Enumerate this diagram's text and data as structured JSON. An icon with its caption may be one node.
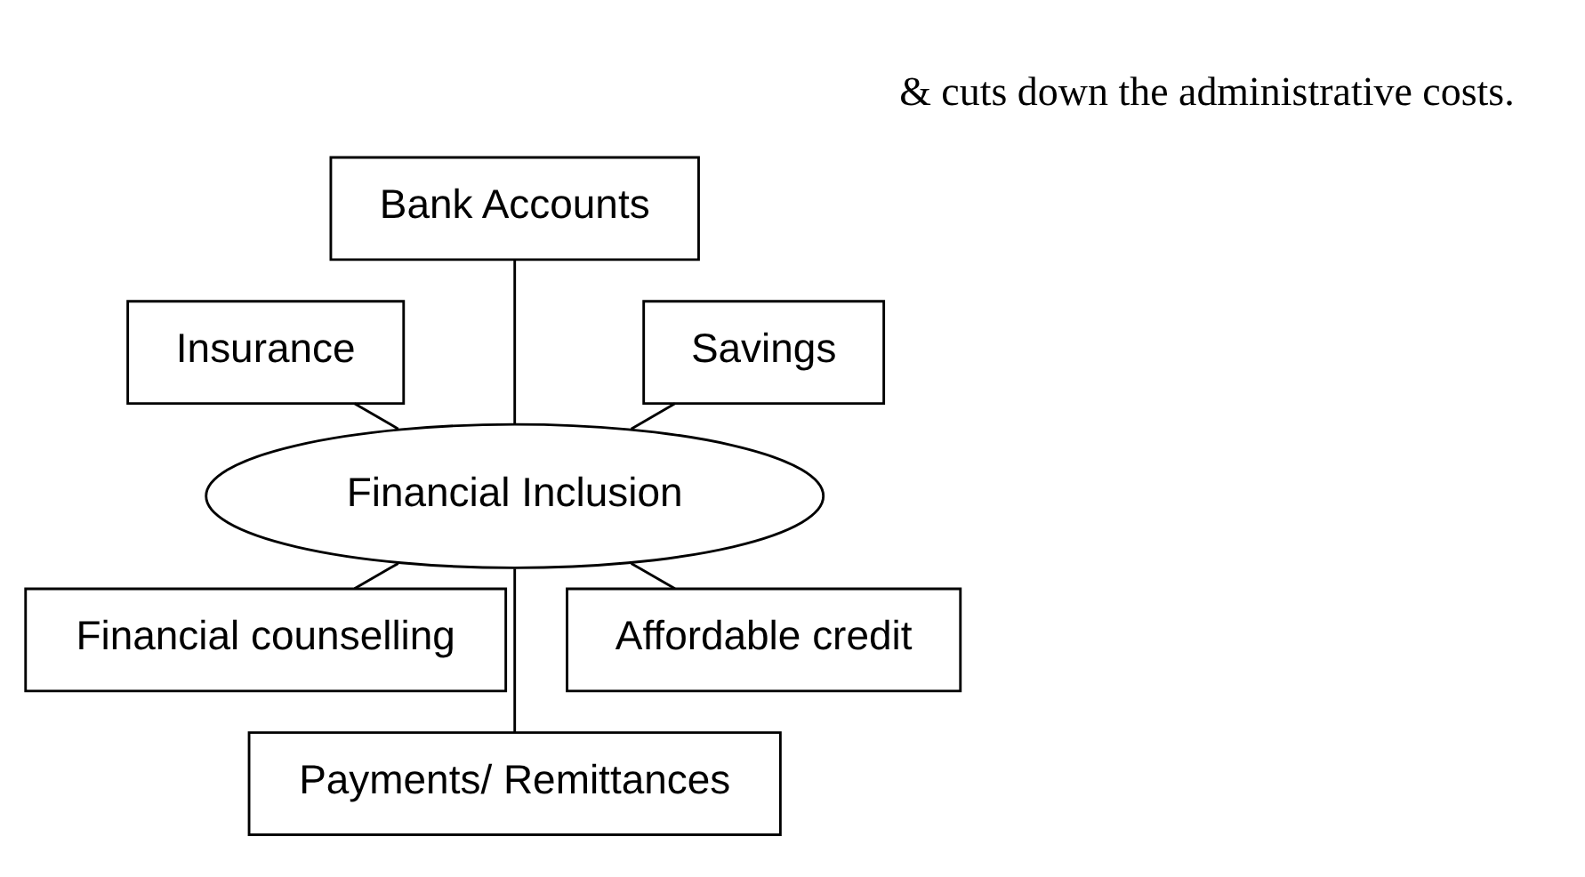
{
  "diagram": {
    "nodes": [
      {
        "text": [
          "Savings"
        ]
      },
      {
        "text": [
          "Bank Accounts"
        ]
      },
      {
        "text": [
          "Insurance"
        ]
      },
      {
        "text": [
          "Financial Inclusion"
        ]
      },
      {
        "text": [
          "Financial counselling"
        ]
      },
      {
        "text": [
          "Payments/ Remittances"
        ]
      },
      {
        "text": [
          "Affordable credit"
        ]
      }
    ],
    "edges": [
      {
        "from": 3,
        "to": 0,
        "arrow": "none"
      },
      {
        "from": 3,
        "to": 1,
        "arrow": "none"
      },
      {
        "from": 3,
        "to": 2,
        "arrow": "none"
      },
      {
        "from": 3,
        "to": 4,
        "arrow": "none"
      },
      {
        "from": 3,
        "to": 5,
        "arrow": "none"
      },
      {
        "from": 3,
        "to": 6,
        "arrow": "none"
      }
    ],
    "labels": [
      "& cuts down the administrative costs."
    ]
  }
}
